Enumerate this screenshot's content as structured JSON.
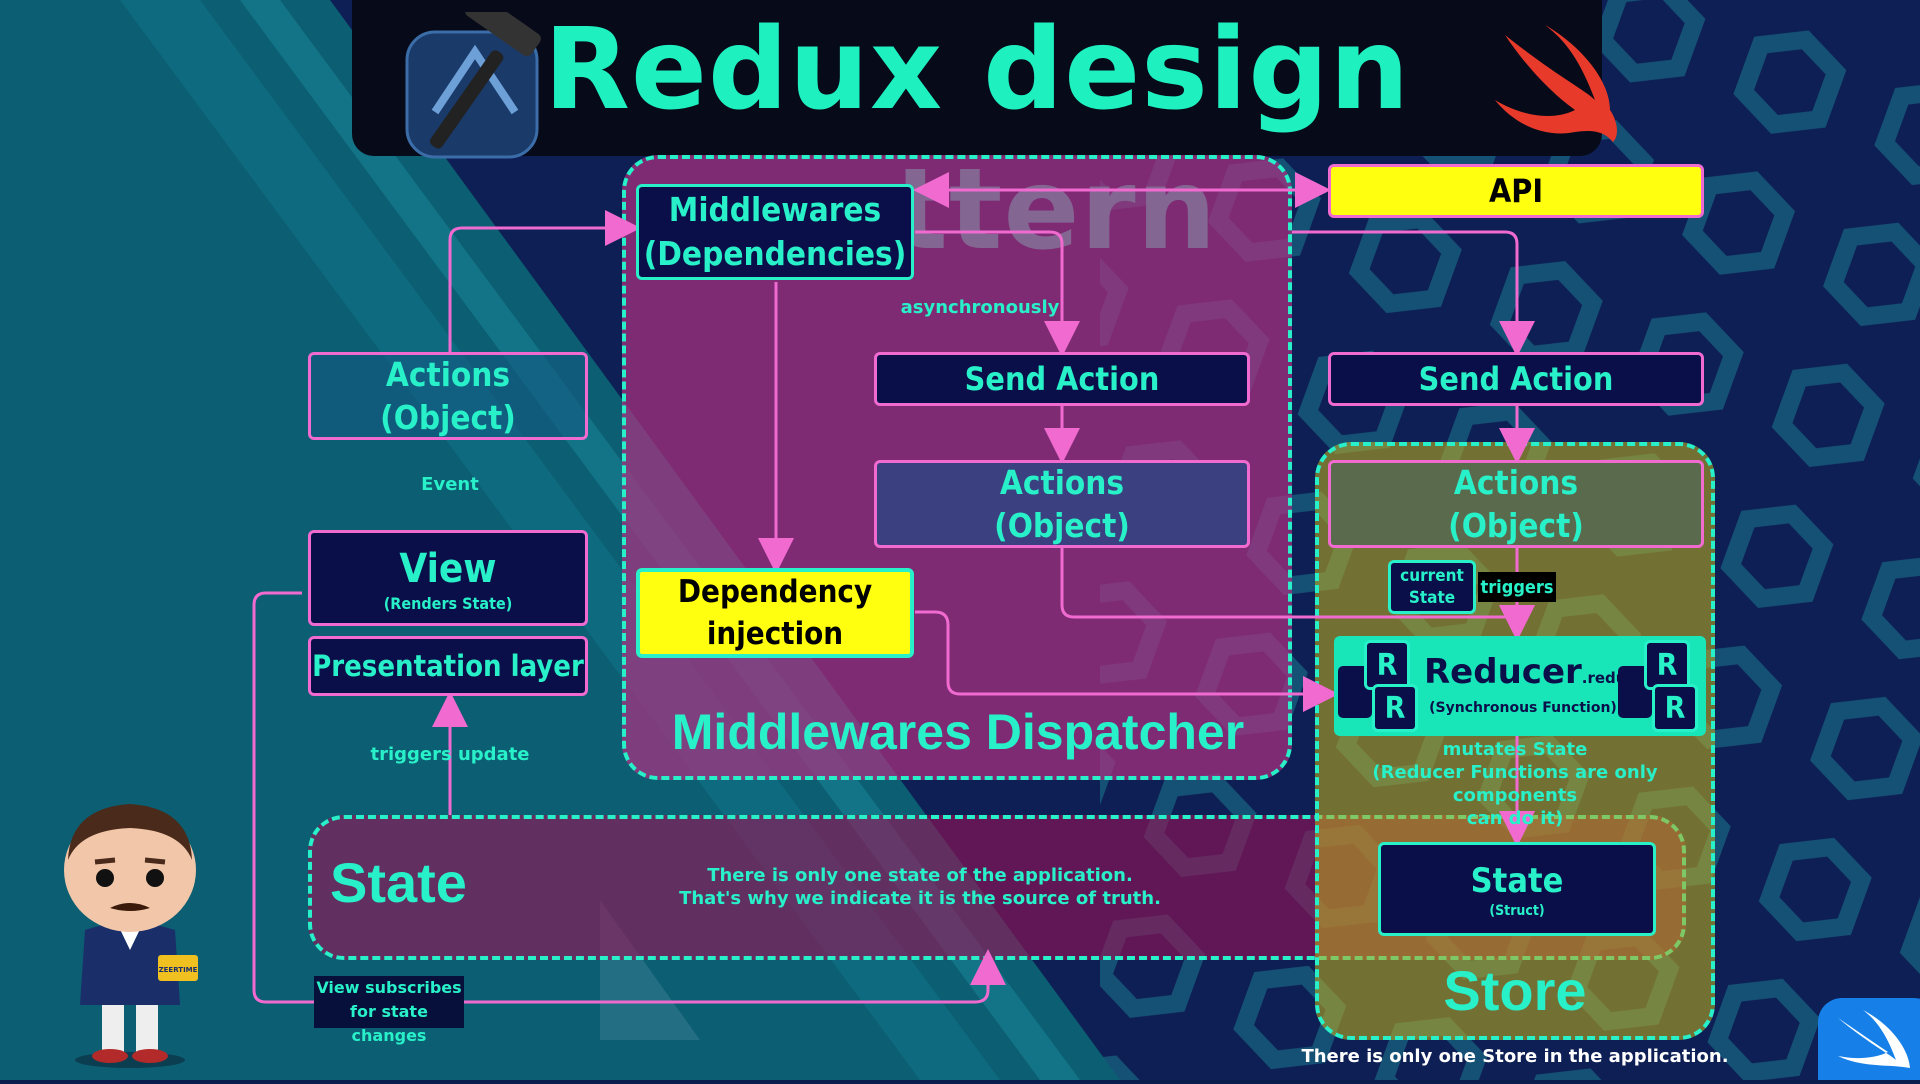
{
  "title": "Redux design pattern",
  "boxes": {
    "middlewares_line1": "Middlewares",
    "middlewares_line2": "(Dependencies)",
    "api": "API",
    "actions_left_line1": "Actions",
    "actions_left_line2": "(Object)",
    "view": "View",
    "view_sub": "(Renders State)",
    "presentation_layer": "Presentation layer",
    "send_action_mid": "Send Action",
    "actions_mid_line1": "Actions",
    "actions_mid_line2": "(Object)",
    "dependency_line1": "Dependency",
    "dependency_line2": "injection",
    "send_action_right": "Send Action",
    "actions_right_line1": "Actions",
    "actions_right_line2": "(Object)",
    "current_state_line1": "current",
    "current_state_line2": "State",
    "triggers": "triggers",
    "reducer": "Reducer",
    "reducer_fn": ".reduce()",
    "reducer_sub": "(Synchronous Function)",
    "reducer_badge": "R",
    "state_struct": "State",
    "state_struct_sub": "(Struct)"
  },
  "labels": {
    "asynchronously": "asynchronously",
    "event": "Event",
    "triggers_update": "triggers update",
    "middlewares_dispatcher": "Middlewares Dispatcher",
    "mutates_line1": "mutates State",
    "mutates_line2": "(Reducer Functions are only components",
    "mutates_line3": "can do it)",
    "state_region": "State",
    "state_note_line1": "There is only one state of the application.",
    "state_note_line2": "That's why we indicate it is the source of truth.",
    "store": "Store",
    "store_note": "There is only one Store in the application.",
    "view_subscribes_line1": "View subscribes",
    "view_subscribes_line2": "for state changes",
    "figure_badge": "ZEERTIME"
  },
  "colors": {
    "accent": "#28f0c8",
    "arrow": "#f06ad0",
    "box_fill": "#0a0f4a",
    "highlight": "#ffff0f",
    "dispatcher_region": "#a0307a",
    "store_region": "#a8a020",
    "state_region": "#9a1050"
  },
  "icons": [
    "xcode-hammer-icon",
    "swift-logo-icon",
    "swiftui-app-icon",
    "figure-mascot-icon"
  ]
}
